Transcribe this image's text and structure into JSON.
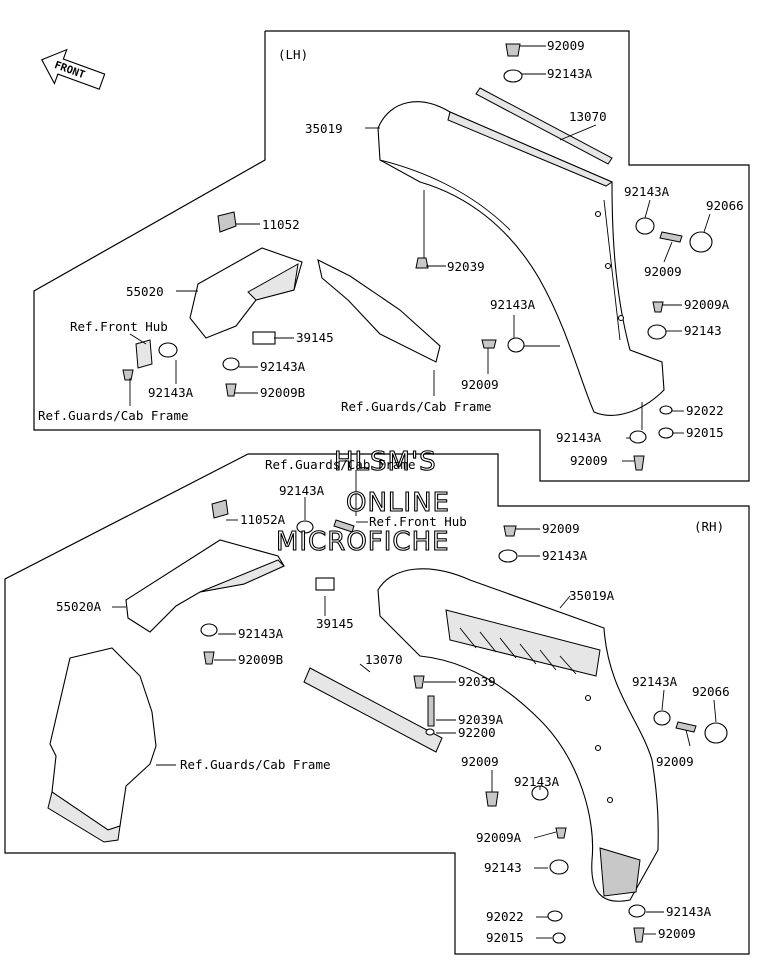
{
  "watermark": [
    "HLSM'S",
    "ONLINE",
    "MICROFICHE"
  ],
  "front_arrow": "FRONT",
  "lh": {
    "side": "(LH)",
    "labels": {
      "p92009_top": "92009",
      "p92143A_top": "92143A",
      "p13070": "13070",
      "p35019": "35019",
      "p92143A_r": "92143A",
      "p92066": "92066",
      "p92009_r": "92009",
      "p11052": "11052",
      "p92039": "92039",
      "p55020": "55020",
      "p92143A_m": "92143A",
      "p92009A": "92009A",
      "ref_front_hub": "Ref.Front Hub",
      "p39145": "39145",
      "p92143": "92143",
      "p92143A_l": "92143A",
      "p92143A_c": "92143A",
      "p92009_m": "92009",
      "p92009B": "92009B",
      "ref_guards_l": "Ref.Guards/Cab Frame",
      "ref_guards_r": "Ref.Guards/Cab Frame",
      "p92022": "92022",
      "p92143A_b": "92143A",
      "p92015": "92015",
      "p92009_b": "92009"
    }
  },
  "rh": {
    "side": "(RH)",
    "labels": {
      "ref_guards_top": "Ref.Guards/Cab Frame",
      "p92143A_t": "92143A",
      "p11052A": "11052A",
      "ref_front_hub": "Ref.Front Hub",
      "p92009_t": "92009",
      "p92143A_t2": "92143A",
      "p35019A": "35019A",
      "p55020A": "55020A",
      "p92143A_m": "92143A",
      "p39145": "39145",
      "p92009B": "92009B",
      "p13070": "13070",
      "p92039": "92039",
      "p92143A_r": "92143A",
      "p92066": "92066",
      "p92039A": "92039A",
      "p92009_r": "92009",
      "p92200": "92200",
      "ref_guards_b": "Ref.Guards/Cab Frame",
      "p92009_m": "92009",
      "p92143A_c": "92143A",
      "p92009A": "92009A",
      "p92143": "92143",
      "p92022": "92022",
      "p92143A_b": "92143A",
      "p92015": "92015",
      "p92009_b": "92009"
    }
  }
}
